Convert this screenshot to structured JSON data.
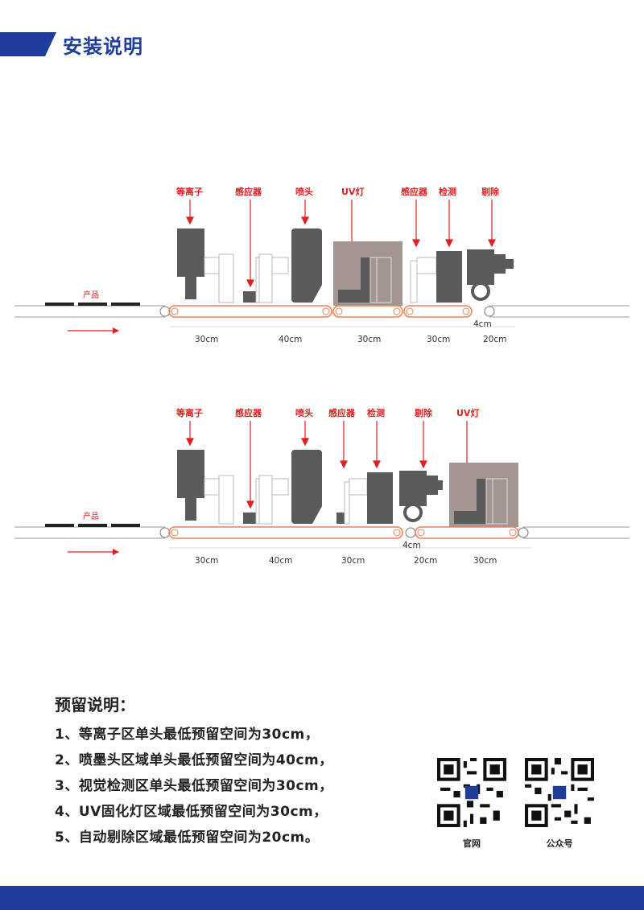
{
  "page_title": "安装说明",
  "top_diagram": {
    "product_label": "产品",
    "labels": [
      "等离子",
      "感应器",
      "喷头",
      "UV灯",
      "感应器",
      "检测",
      "剔除"
    ],
    "dims": [
      "30cm",
      "40cm",
      "30cm",
      "30cm",
      "20cm"
    ],
    "gap": "4cm"
  },
  "bottom_diagram": {
    "product_label": "产品",
    "labels": [
      "等离子",
      "感应器",
      "喷头",
      "感应器",
      "检测",
      "剔除",
      "UV灯"
    ],
    "dims": [
      "30cm",
      "40cm",
      "30cm",
      "20cm",
      "30cm"
    ],
    "gap": "4cm"
  },
  "notes": {
    "title": "预留说明：",
    "items": [
      "1、等离子区单头最低预留空间为30cm，",
      "2、喷墨头区域单头最低预留空间为40cm，",
      "3、视觉检测区单头最低预留空间为30cm，",
      "4、UV固化灯区域最低预留空间为30cm，",
      "5、自动剔除区域最低预留空间为20cm。"
    ]
  },
  "qr_codes": [
    {
      "caption": "官网",
      "icon": "qr-code-icon"
    },
    {
      "caption": "公众号",
      "icon": "qr-code-icon"
    }
  ],
  "colors": {
    "brand_blue": "#1f3e9c",
    "label_red": "#e02020",
    "machine_gray": "#5a5a5a",
    "uv_box": "#a39590",
    "belt_orange": "#f08050"
  }
}
